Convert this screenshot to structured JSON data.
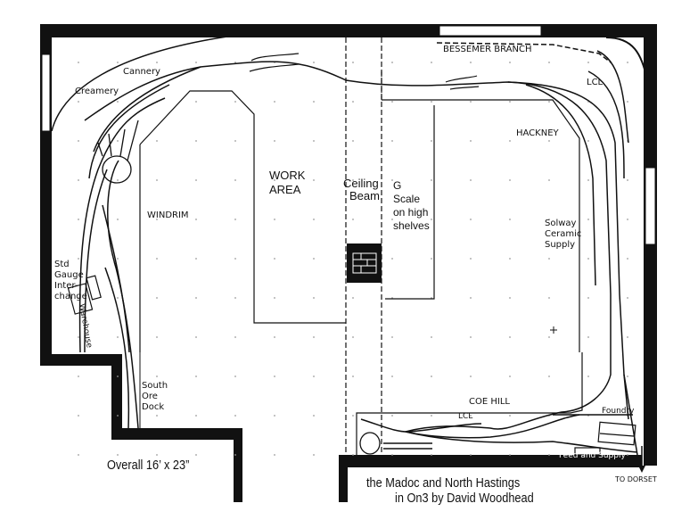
{
  "title": "the Madoc and North Hastings",
  "subtitle": "in On3 by David Woodhead",
  "overall": "Overall 16’ x 23”",
  "labels": {
    "cannery": "Cannery",
    "creamery": "Creamery",
    "windrim": "WINDRIM",
    "work_area_1": "WORK",
    "work_area_2": "AREA",
    "ceiling_1": "Ceiling",
    "ceiling_2": "Beam",
    "g_scale": [
      "G",
      "Scale",
      "on high",
      "shelves"
    ],
    "bessemer": "BESSEMER BRANCH",
    "lcl_top": "LCL",
    "hackney": "HACKNEY",
    "solway": [
      "Solway",
      "Ceramic",
      "Supply"
    ],
    "std_gauge": [
      "Std",
      "Gauge",
      "Inter-",
      "change"
    ],
    "warehouse": "Warehouse",
    "south_ore": [
      "South",
      "Ore",
      "Dock"
    ],
    "coe_hill": "COE HILL",
    "lcl_bottom": "LCL",
    "foundry": "Foundry",
    "feed": "Feed and Supply",
    "to_dorset": "TO DORSET"
  }
}
